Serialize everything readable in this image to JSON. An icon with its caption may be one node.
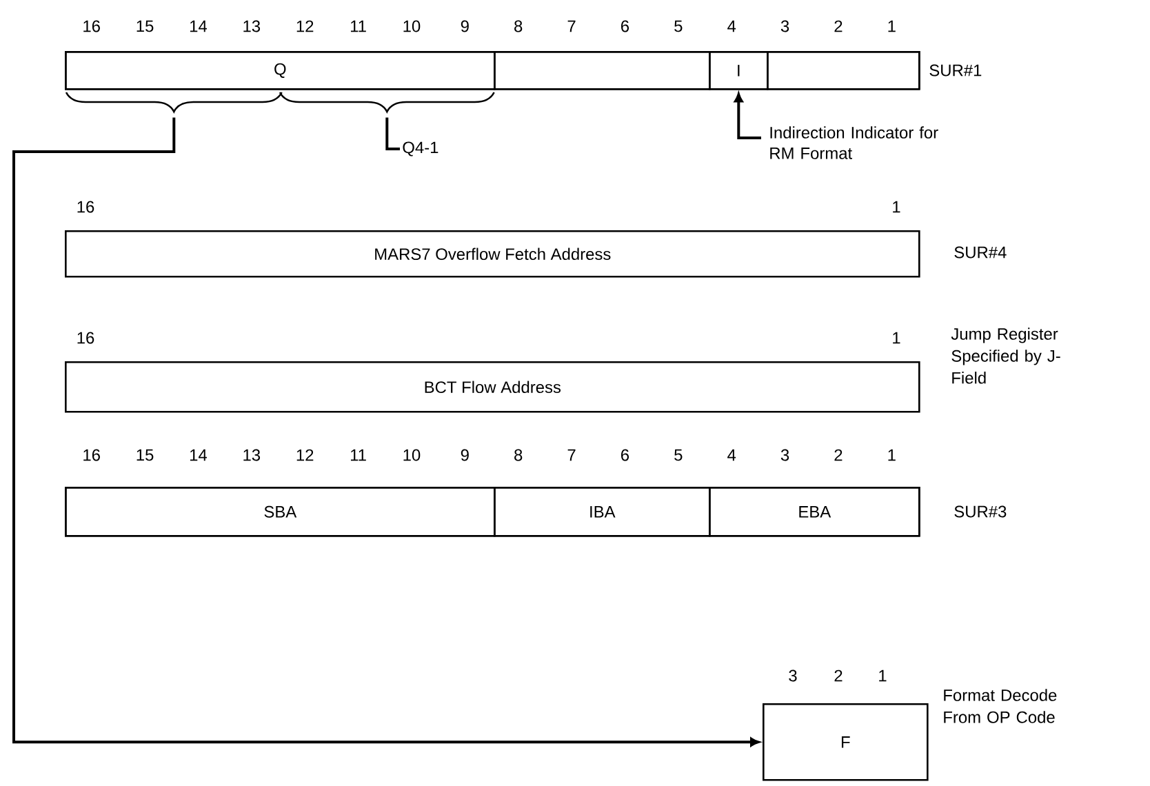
{
  "diagram": {
    "nodes": [
      {
        "text": [],
        "shape": "box",
        "beside": [
          "SUR#1"
        ]
      },
      {
        "text": [
          "Q"
        ],
        "in": 0
      },
      {
        "text": [],
        "shape": "box",
        "in": 0
      },
      {
        "text": [
          "I"
        ],
        "in": 0
      },
      {
        "text": [],
        "shape": "box",
        "in": 0
      },
      {
        "text": [],
        "shape": "bracket"
      },
      {
        "text": [],
        "shape": "bracket"
      },
      {
        "text": [
          "Q4-1"
        ]
      },
      {
        "text": [
          "Indirection Indicator for RM Format"
        ]
      },
      {
        "text": [
          "MARS7 Overflow Fetch Address"
        ],
        "beside": [
          "SUR#4"
        ]
      },
      {
        "text": [
          "BCT Flow Address"
        ],
        "beside": [
          "Jump Register Specified by J-Field"
        ]
      },
      {
        "text": [],
        "shape": "box",
        "beside": [
          "SUR#3"
        ]
      },
      {
        "text": [
          "SBA"
        ],
        "in": 11
      },
      {
        "text": [
          "IBA"
        ],
        "in": 11
      },
      {
        "text": [
          "EBA"
        ],
        "in": 11
      },
      {
        "text": [
          "F"
        ],
        "beside": [
          "Format Decode From OP Code"
        ]
      }
    ],
    "edges": [
      {
        "from": 5,
        "to": 15,
        "arrow": "to"
      },
      {
        "from": 8,
        "to": 3,
        "arrow": "to"
      },
      {
        "from": 7,
        "to": 6,
        "arrow": "none"
      }
    ],
    "labels": [
      "16",
      "15",
      "14",
      "13",
      "12",
      "11",
      "10",
      "9",
      "8",
      "7",
      "6",
      "5",
      "4",
      "3",
      "2",
      "1",
      "16",
      "1",
      "16",
      "1",
      "16",
      "15",
      "14",
      "13",
      "12",
      "11",
      "10",
      "9",
      "8",
      "7",
      "6",
      "5",
      "4",
      "3",
      "2",
      "1",
      "3",
      "2",
      "1"
    ]
  }
}
